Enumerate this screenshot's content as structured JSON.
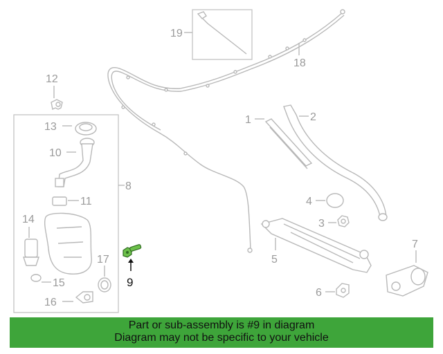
{
  "diagram": {
    "callouts": {
      "p1": "1",
      "p2": "2",
      "p3": "3",
      "p4": "4",
      "p5": "5",
      "p6": "6",
      "p7": "7",
      "p8": "8",
      "p9": "9",
      "p10": "10",
      "p11": "11",
      "p12": "12",
      "p13": "13",
      "p14": "14",
      "p15": "15",
      "p16": "16",
      "p17": "17",
      "p18": "18",
      "p19": "19"
    },
    "highlighted_part": "9",
    "highlight_color": "#6cc04a"
  },
  "banner": {
    "line1": "Part or sub-assembly is #9 in diagram",
    "line2": "Diagram may not be specific to your vehicle",
    "background": "#3ea53a"
  }
}
